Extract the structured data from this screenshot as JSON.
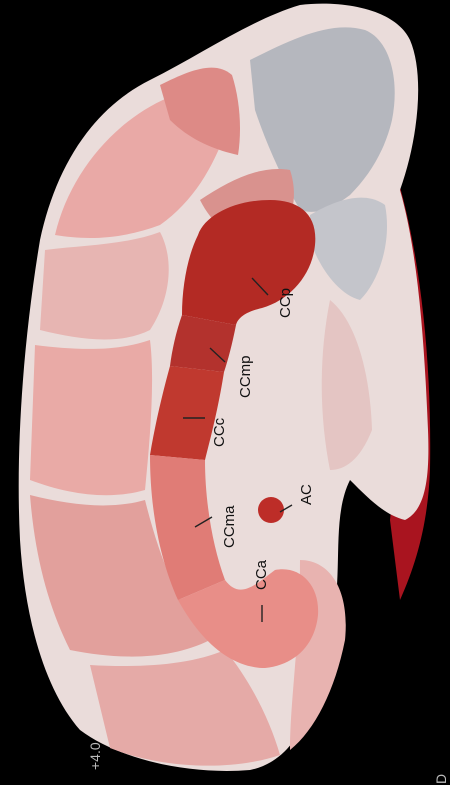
{
  "labels": {
    "ccp": "CCp",
    "ccmp": "CCmp",
    "ccc": "CCc",
    "ccma": "CCma",
    "cca": "CCa",
    "ac": "AC"
  },
  "scale": {
    "value": "+4.0",
    "corner_glyph": "D"
  },
  "colors": {
    "background": "#000000",
    "surface_light": "#eadcda",
    "surface_gray": "#b5b7be",
    "ccp": "#b32a24",
    "ccmp": "#b3322d",
    "ccc": "#c0392f",
    "ccma": "#e07c76",
    "cca": "#e88e88",
    "ac": "#bd2d28"
  }
}
